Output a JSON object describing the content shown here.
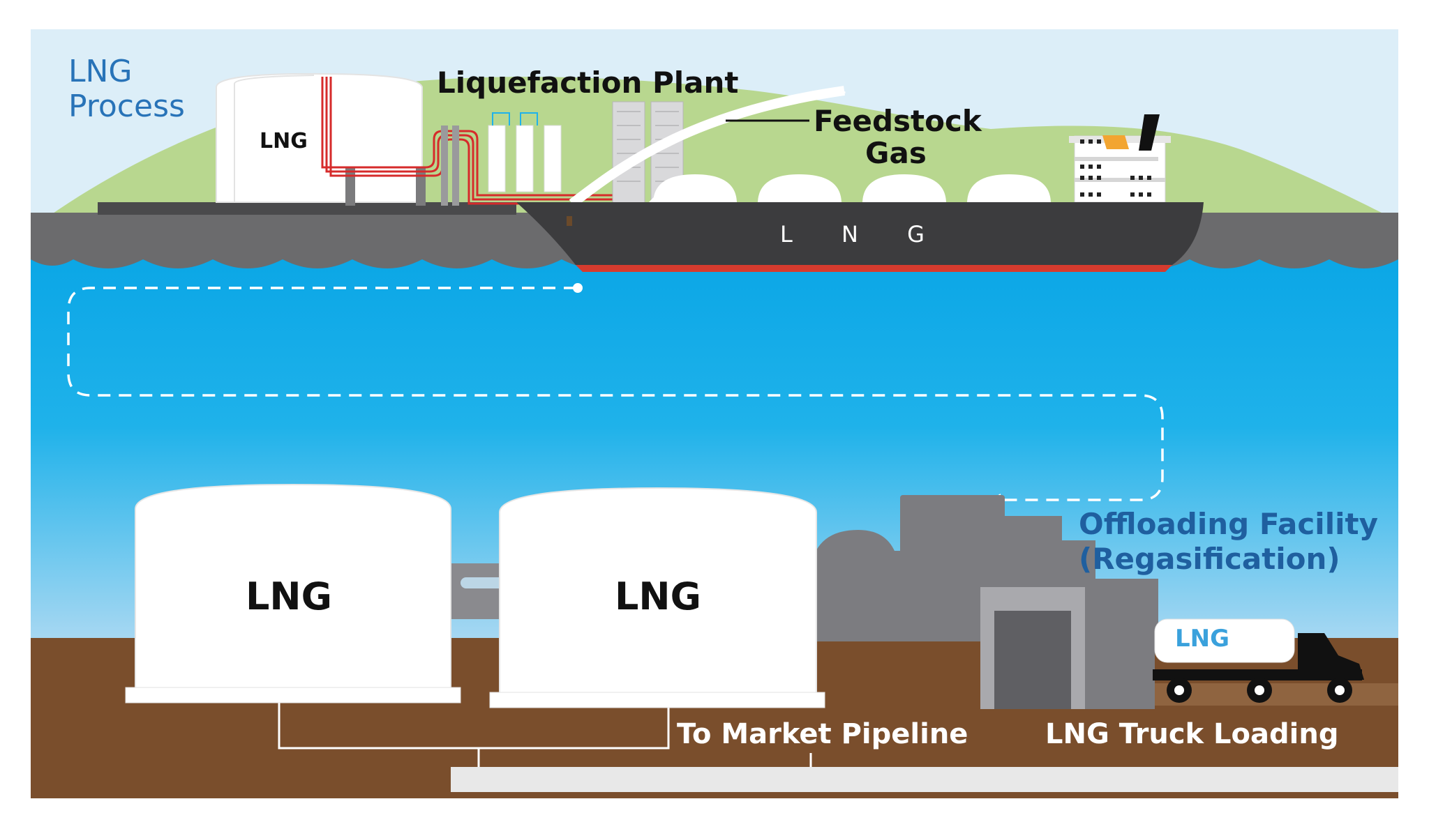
{
  "title": {
    "line1": "LNG",
    "line2": "Process"
  },
  "labels": {
    "liquefaction_plant": "Liquefaction Plant",
    "feedstock_line1": "Feedstock",
    "feedstock_line2": "Gas",
    "storage_tank_small": "LNG",
    "ship_hull": "L N G",
    "storage_tank_1": "LNG",
    "storage_tank_2": "LNG",
    "offloading_line1": "Offloading Facility",
    "offloading_line2": "(Regasification)",
    "truck_tank": "LNG",
    "to_market_pipeline": "To Market Pipeline",
    "truck_loading": "LNG Truck Loading"
  },
  "colors": {
    "sky": "#dceef8",
    "hills": "#b8d78f",
    "water_top": "#0aa6e6",
    "water_bottom": "#a8d8f2",
    "ground": "#7a4e2c",
    "dock": "#6b6b6d",
    "ship_hull": "#3c3c3e",
    "waterline": "#d63b2e",
    "tank": "#ffffff",
    "pipe_red": "#d62b2b",
    "facility": "#7c7c80",
    "title_blue": "#2873b8",
    "offloading_blue": "#1f5f9f",
    "truck_lng_blue": "#3aa1dc",
    "funnel_orange": "#f2a531"
  },
  "icons": [
    "storage-tank-icon",
    "lng-carrier-ship-icon",
    "liquefaction-plant-icon",
    "regasification-facility-icon",
    "tanker-truck-icon",
    "pipeline-icon",
    "shipping-route-arrow-icon"
  ]
}
